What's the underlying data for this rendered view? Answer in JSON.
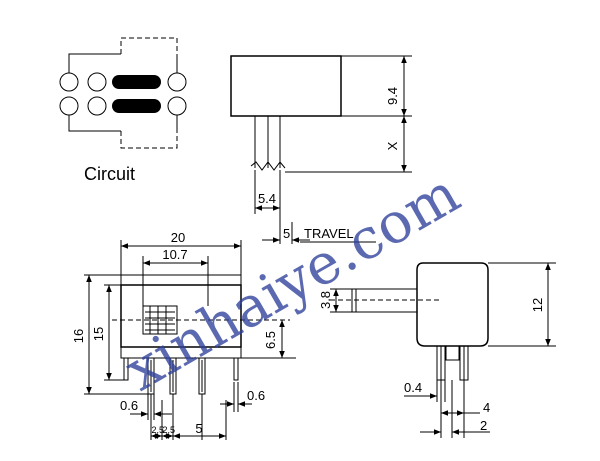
{
  "circuit": {
    "label": "Circuit"
  },
  "side_view_top": {
    "dim_height": "9.4",
    "dim_x": "X",
    "dim_width": "5.4",
    "travel_value": "5",
    "travel_label": "TRAVEL"
  },
  "front_view": {
    "dim_total_width": "20",
    "dim_body_width": "10.7",
    "dim_total_height": "16",
    "dim_body_height": "15",
    "dim_actuator_height": "6.5",
    "dim_pin_left": "0.6",
    "dim_pin_right": "0.6",
    "dim_pitch_1": "2.5",
    "dim_pitch_2": "2.5",
    "dim_pitch_3": "5"
  },
  "side_view_bottom": {
    "dim_actuator": "3.8",
    "dim_height": "12",
    "dim_pin": "0.4",
    "dim_a": "4",
    "dim_b": "2"
  },
  "watermark": {
    "text": "xinhaiye.com"
  }
}
